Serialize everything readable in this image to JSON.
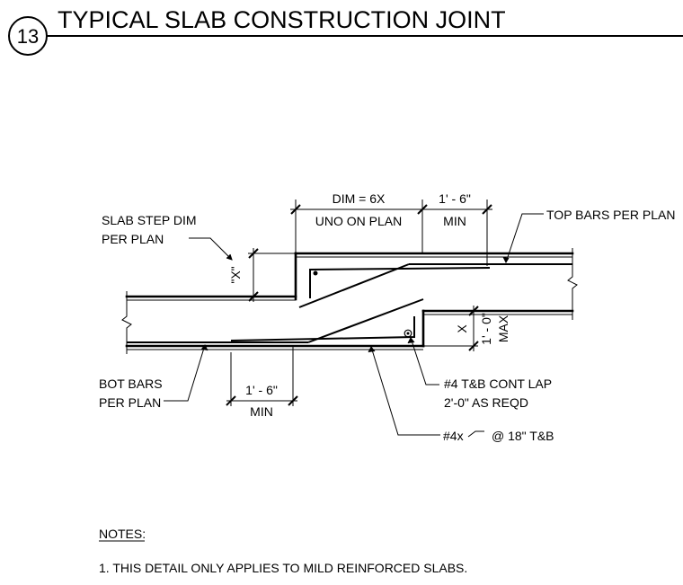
{
  "detail": {
    "number": "13",
    "title": "TYPICAL SLAB CONSTRUCTION JOINT"
  },
  "dims": {
    "dim_6x": "DIM = 6X",
    "uno_on_plan": "UNO ON PLAN",
    "top_lap": "1' - 6\"",
    "top_min": "MIN",
    "bot_lap": "1' - 6\"",
    "bot_min": "MIN",
    "step_x": "\"X\"",
    "right_x": "X",
    "max_val": "1' - 0\"",
    "max_lbl": "MAX"
  },
  "labels": {
    "slab_step_1": "SLAB STEP DIM",
    "slab_step_2": "PER PLAN",
    "top_bars": "TOP BARS PER PLAN",
    "bot_bars_1": "BOT BARS",
    "bot_bars_2": "PER PLAN",
    "cont_lap_1": "#4 T&B CONT LAP",
    "cont_lap_2": "2'-0\" AS REQD",
    "bar_4x": "#4x",
    "bar_spacing": "@ 18\" T&B"
  },
  "notes": {
    "heading": "NOTES:",
    "items": [
      "1.  THIS DETAIL ONLY APPLIES TO MILD REINFORCED SLABS."
    ]
  }
}
